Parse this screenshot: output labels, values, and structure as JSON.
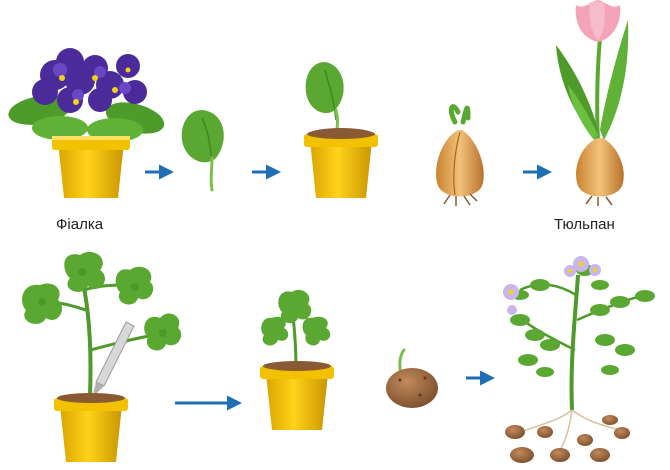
{
  "labels": {
    "violet": "Фіалка",
    "tulip": "Тюльпан"
  },
  "colors": {
    "arrow": "#1f6fb5",
    "pot": "#f2c200",
    "pot_shadow": "#c79a00",
    "soil": "#8a5a34",
    "leaf": "#5aa832",
    "leaf_dark": "#2f7a1f",
    "violet_flower": "#4b2a9a",
    "tulip_petal": "#f5a3b9",
    "bulb": "#e0a050",
    "potato": "#9b6a45"
  },
  "diagram": {
    "rows": [
      {
        "name": "violet-propagation",
        "stages": [
          "violet-in-pot",
          "violet-leaf-cutting",
          "rooted-leaf-in-pot"
        ]
      },
      {
        "name": "tulip-propagation",
        "stages": [
          "tulip-bulb-sprouting",
          "tulip-flowering"
        ]
      },
      {
        "name": "geranium-propagation",
        "stages": [
          "geranium-with-knife",
          "geranium-cutting-in-pot"
        ]
      },
      {
        "name": "potato-propagation",
        "stages": [
          "sprouting-potato-tuber",
          "potato-plant-with-tubers"
        ]
      }
    ]
  }
}
